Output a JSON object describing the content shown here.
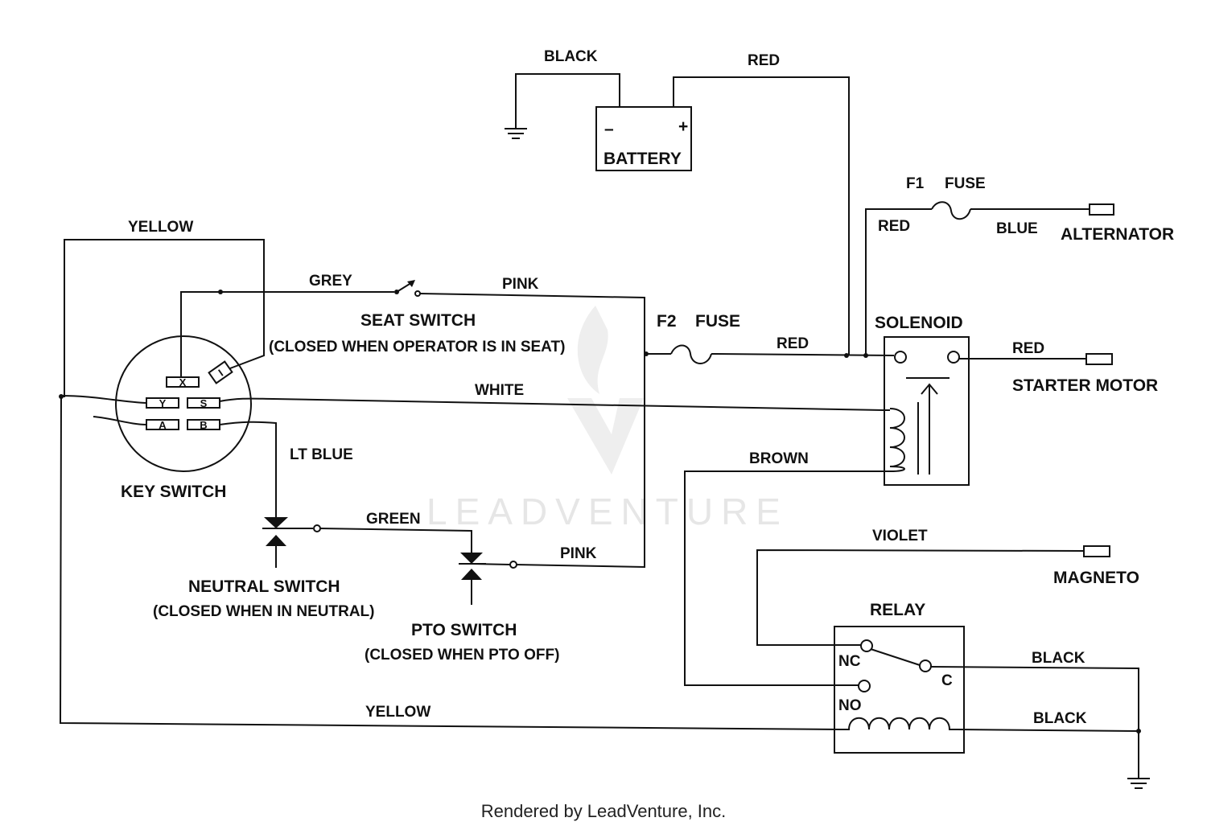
{
  "wire_colors": {
    "black_battery": "BLACK",
    "red_battery": "RED",
    "red_f1": "RED",
    "blue_alt": "BLUE",
    "yellow_top": "YELLOW",
    "grey": "GREY",
    "pink_top": "PINK",
    "red_main": "RED",
    "red_starter": "RED",
    "white": "WHITE",
    "lt_blue": "LT  BLUE",
    "brown": "BROWN",
    "green": "GREEN",
    "pink_pto": "PINK",
    "violet": "VIOLET",
    "black_relay_c": "BLACK",
    "black_relay_coil": "BLACK",
    "yellow_bottom": "YELLOW"
  },
  "components": {
    "battery": {
      "label": "BATTERY",
      "minus": "–",
      "plus": "+"
    },
    "f1_fuse": {
      "id": "F1",
      "label": "FUSE"
    },
    "f2_fuse": {
      "id": "F2",
      "label": "FUSE"
    },
    "alternator": {
      "label": "ALTERNATOR"
    },
    "solenoid": {
      "label": "SOLENOID"
    },
    "starter_motor": {
      "label": "STARTER MOTOR"
    },
    "seat_switch": {
      "label": "SEAT SWITCH",
      "note": "(CLOSED WHEN OPERATOR IS IN SEAT)"
    },
    "key_switch": {
      "label": "KEY SWITCH",
      "terminals": [
        "X",
        "I",
        "Y",
        "S",
        "A",
        "B"
      ]
    },
    "neutral_switch": {
      "label": "NEUTRAL SWITCH",
      "note": "(CLOSED WHEN IN NEUTRAL)"
    },
    "pto_switch": {
      "label": "PTO SWITCH",
      "note": "(CLOSED WHEN PTO OFF)"
    },
    "magneto": {
      "label": "MAGNETO"
    },
    "relay": {
      "label": "RELAY",
      "nc": "NC",
      "no": "NO",
      "c": "C"
    }
  },
  "watermark": "LEADVENTURE",
  "footer": "Rendered by LeadVenture, Inc."
}
